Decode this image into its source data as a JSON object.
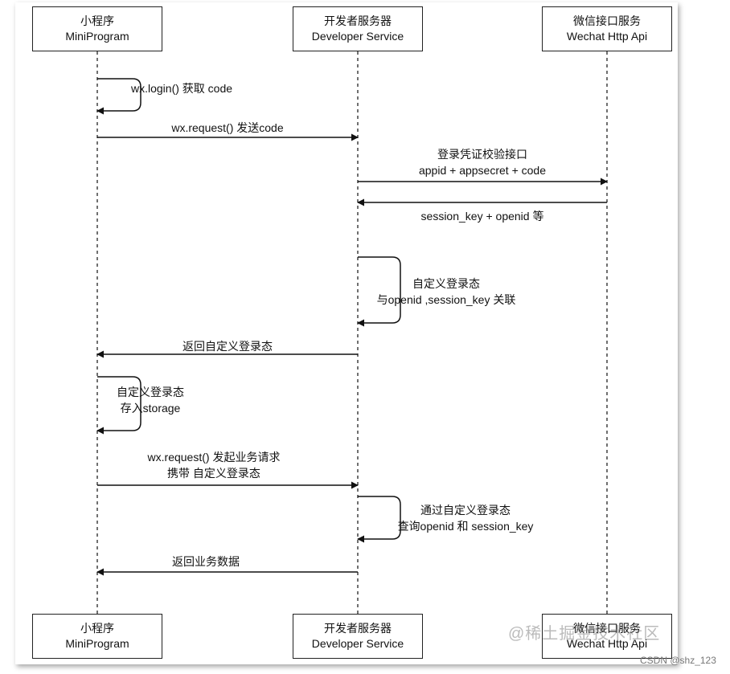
{
  "actors": [
    {
      "zh": "小程序",
      "en": "MiniProgram"
    },
    {
      "zh": "开发者服务器",
      "en": "Developer Service"
    },
    {
      "zh": "微信接口服务",
      "en": "Wechat Http Api"
    }
  ],
  "messages": {
    "m1": "wx.login() 获取 code",
    "m2": "wx.request() 发送code",
    "m3_line1": "登录凭证校验接口",
    "m3_line2": "appid + appsecret + code",
    "m4": "session_key + openid 等",
    "m5_line1": "自定义登录态",
    "m5_line2": "与openid ,session_key 关联",
    "m6": "返回自定义登录态",
    "m7_line1": "自定义登录态",
    "m7_line2": "存入storage",
    "m8_line1": "wx.request() 发起业务请求",
    "m8_line2": "携带 自定义登录态",
    "m9_line1": "通过自定义登录态",
    "m9_line2": "查询openid 和 session_key",
    "m10": "返回业务数据"
  },
  "watermark": "@稀土掘金技术社区",
  "source": "CSDN @shz_123",
  "colors": {
    "line": "#111111",
    "border": "#222222"
  }
}
